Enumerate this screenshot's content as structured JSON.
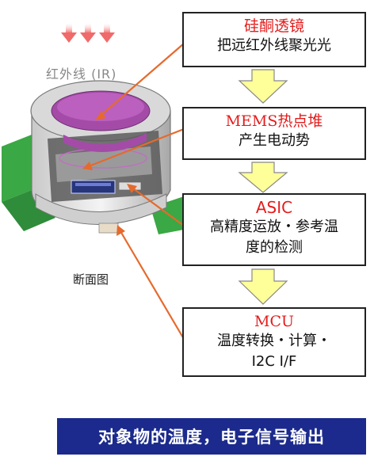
{
  "ir_label": "红外线 (IR)",
  "section_label": "断面图",
  "stages": [
    {
      "title": "硅酮透镜",
      "body": "把远红外线聚光光"
    },
    {
      "title": "MEMS热点堆",
      "body": "产生电动势"
    },
    {
      "title": "ASIC",
      "body": "高精度运放・参考温\n度的检测"
    },
    {
      "title": "MCU",
      "body": "温度转换・计算・\nI2C I/F"
    }
  ],
  "banner": "对象物的温度，电子信号输出",
  "colors": {
    "title_red": "#e41c1c",
    "arrow_orange": "#e66a2c",
    "flow_arrow_yellow": "#ffff99",
    "banner_blue": "#1b2a8c",
    "ir_arrow_pink": "#f06a6a"
  }
}
